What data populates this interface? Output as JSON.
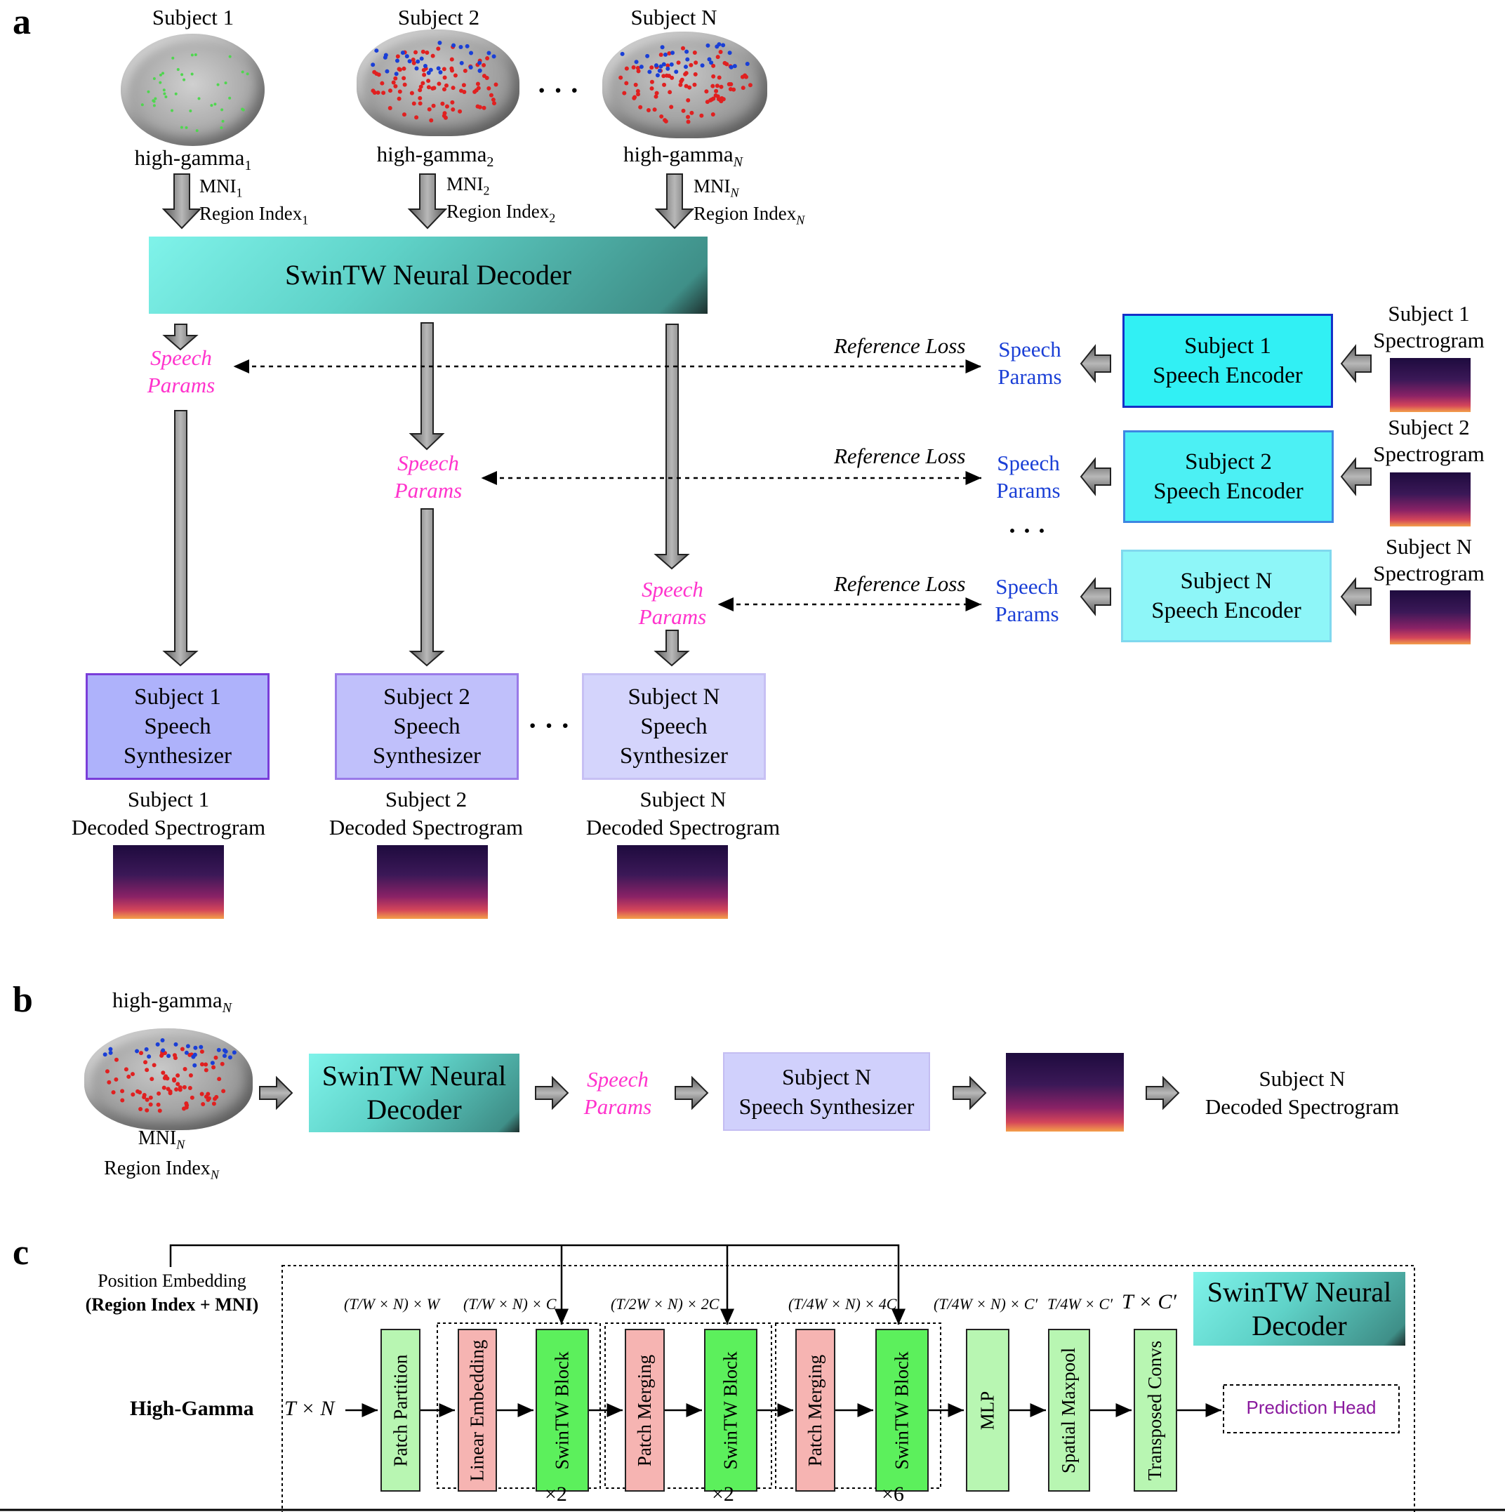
{
  "panel_a": {
    "label": "a",
    "subjects": [
      {
        "title": "Subject 1",
        "signal": "high-gamma",
        "signal_sub": "1",
        "mni": "MNI",
        "mni_sub": "1",
        "region": "Region Index",
        "region_sub": "1"
      },
      {
        "title": "Subject 2",
        "signal": "high-gamma",
        "signal_sub": "2",
        "mni": "MNI",
        "mni_sub": "2",
        "region": "Region Index",
        "region_sub": "2"
      },
      {
        "title": "Subject N",
        "signal": "high-gamma",
        "signal_sub": "N",
        "mni": "MNI",
        "mni_sub": "N",
        "region": "Region Index",
        "region_sub": "N"
      }
    ],
    "ellipsis": "· · ·",
    "decoder_label": "SwinTW Neural Decoder",
    "speech_params": [
      "Speech",
      "Params"
    ],
    "reference_loss": "Reference Loss",
    "encoders": [
      {
        "line1": "Subject 1",
        "line2": "Speech Encoder",
        "spec1": "Subject 1",
        "spec2": "Spectrogram"
      },
      {
        "line1": "Subject 2",
        "line2": "Speech Encoder",
        "spec1": "Subject 2",
        "spec2": "Spectrogram"
      },
      {
        "line1": "Subject N",
        "line2": "Speech Encoder",
        "spec1": "Subject N",
        "spec2": "Spectrogram"
      }
    ],
    "synthesizers": [
      {
        "l1": "Subject 1",
        "l2": "Speech",
        "l3": "Synthesizer",
        "out1": "Subject 1",
        "out2": "Decoded Spectrogram"
      },
      {
        "l1": "Subject 2",
        "l2": "Speech",
        "l3": "Synthesizer",
        "out1": "Subject 2",
        "out2": "Decoded Spectrogram"
      },
      {
        "l1": "Subject N",
        "l2": "Speech",
        "l3": "Synthesizer",
        "out1": "Subject N",
        "out2": "Decoded Spectrogram"
      }
    ]
  },
  "panel_b": {
    "label": "b",
    "signal": "high-gamma",
    "signal_sub": "N",
    "mni": "MNI",
    "mni_sub": "N",
    "region": "Region Index",
    "region_sub": "N",
    "decoder_l1": "SwinTW Neural",
    "decoder_l2": "Decoder",
    "speech_params": [
      "Speech",
      "Params"
    ],
    "synth_l1": "Subject N",
    "synth_l2": "Speech Synthesizer",
    "out1": "Subject N",
    "out2": "Decoded Spectrogram"
  },
  "panel_c": {
    "label": "c",
    "pos_emb_l1": "Position Embedding",
    "pos_emb_l2": "(Region Index + MNI)",
    "input_label": "High-Gamma",
    "input_dim": "T × N",
    "blocks": [
      "Patch Partition",
      "Linear Embedding",
      "SwinTW Block",
      "Patch Merging",
      "SwinTW Block",
      "Patch Merging",
      "SwinTW Block",
      "MLP",
      "Spatial Maxpool",
      "Transposed Convs"
    ],
    "dims": [
      "(T/W × N) × W",
      "(T/W × N) × C",
      "(T/2W × N) × 2C",
      "(T/4W × N) × 4C",
      "(T/4W × N) × C′",
      "T/4W × C′",
      "T × C′"
    ],
    "repeats": [
      "×2",
      "×2",
      "×6"
    ],
    "decoder_l1": "SwinTW Neural",
    "decoder_l2": "Decoder",
    "head": "Prediction Head"
  }
}
